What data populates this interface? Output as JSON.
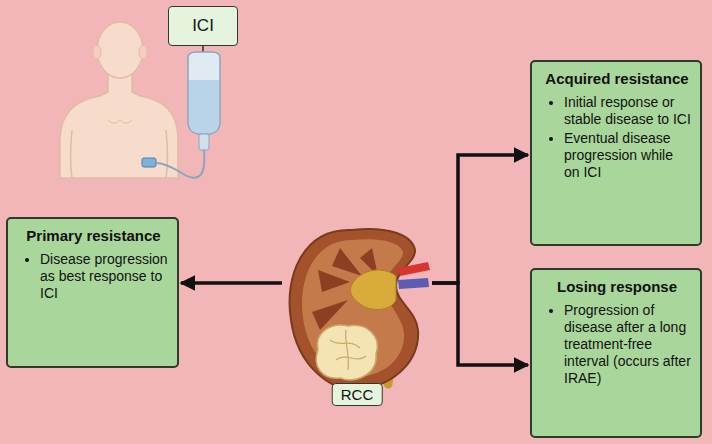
{
  "diagram": {
    "nodes": [
      {
        "text": [
          "ICI"
        ]
      },
      {
        "text": [
          "Primary resistance",
          "Disease progression as best response to ICI"
        ]
      },
      {
        "text": [
          "RCC"
        ]
      },
      {
        "text": [
          "Acquired resistance",
          "Initial response or stable disease to ICI",
          "Eventual disease progression while on ICI"
        ]
      },
      {
        "text": [
          "Losing response",
          "Progression of disease after a long treatment-free interval (occurs after IRAE)"
        ]
      }
    ],
    "edges": [
      {
        "from": 2,
        "to": 1,
        "arrow": "to"
      },
      {
        "from": 2,
        "to": 3,
        "arrow": "to"
      },
      {
        "from": 2,
        "to": 4,
        "arrow": "to"
      }
    ]
  }
}
